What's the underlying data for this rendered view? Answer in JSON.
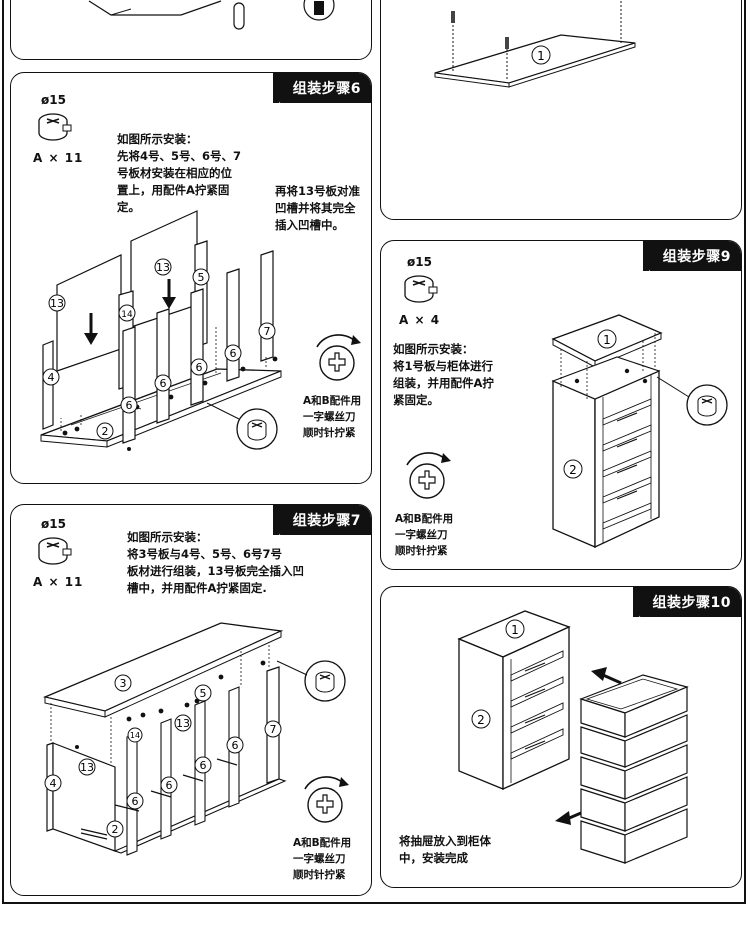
{
  "step6": {
    "title": "组装步骤6",
    "fitting_size": "ø15",
    "fitting_qty": "A × 11",
    "instruction": [
      "如图所示安装：",
      "先将4号、5号、6号、7",
      "号板材安装在相应的位",
      "置上，用配件A拧紧固",
      "定。"
    ],
    "instruction2": [
      "再将13号板对准",
      "凹槽并将其完全",
      "插入凹槽中。"
    ],
    "screw_note": [
      "A和B配件用",
      "一字螺丝刀",
      "顺时针拧紧"
    ]
  },
  "step7": {
    "title": "组装步骤7",
    "fitting_size": "ø15",
    "fitting_qty": "A × 11",
    "instruction": [
      "如图所示安装：",
      "将3号板与4号、5号、6号7号",
      "板材进行组装，13号板完全插入凹",
      "槽中，并用配件A拧紧固定."
    ],
    "screw_note": [
      "A和B配件用",
      "一字螺丝刀",
      "顺时针拧紧"
    ]
  },
  "step9": {
    "title": "组装步骤9",
    "fitting_size": "ø15",
    "fitting_qty": "A × 4",
    "instruction": [
      "如图所示安装：",
      "将1号板与柜体进行",
      "组装，并用配件A拧",
      "紧固定。"
    ],
    "screw_note": [
      "A和B配件用",
      "一字螺丝刀",
      "顺时针拧紧"
    ]
  },
  "step10": {
    "title": "组装步骤10",
    "instruction": [
      "将抽屉放入到柜体",
      "中，安装完成"
    ]
  },
  "part_labels": {
    "p1": "1",
    "p2": "2",
    "p3": "3",
    "p4": "4",
    "p5": "5",
    "p6": "6",
    "p7": "7",
    "p13": "13",
    "p14": "14"
  }
}
